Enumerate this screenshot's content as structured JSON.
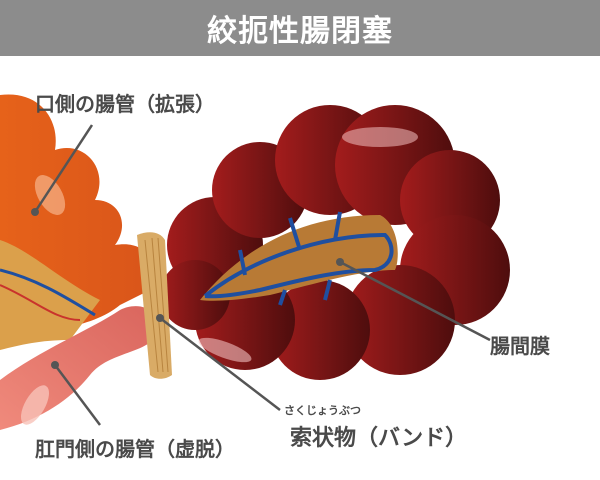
{
  "title": "絞扼性腸閉塞",
  "labels": {
    "oral_bowel": "口側の腸管（拡張）",
    "mesentery": "腸間膜",
    "band_ruby": "さくじょうぶつ",
    "band": "索状物（バンド）",
    "anal_bowel": "肛門側の腸管（虚脱）"
  },
  "colors": {
    "title_bg": "#8c8c8c",
    "oral_bowel": "#e2671f",
    "strangulated_bowel": "#7a1414",
    "mesentery": "#b87a35",
    "vessels": "#1f4fa0",
    "anal_bowel": "#ec7d72",
    "band": "#d9ab66"
  }
}
